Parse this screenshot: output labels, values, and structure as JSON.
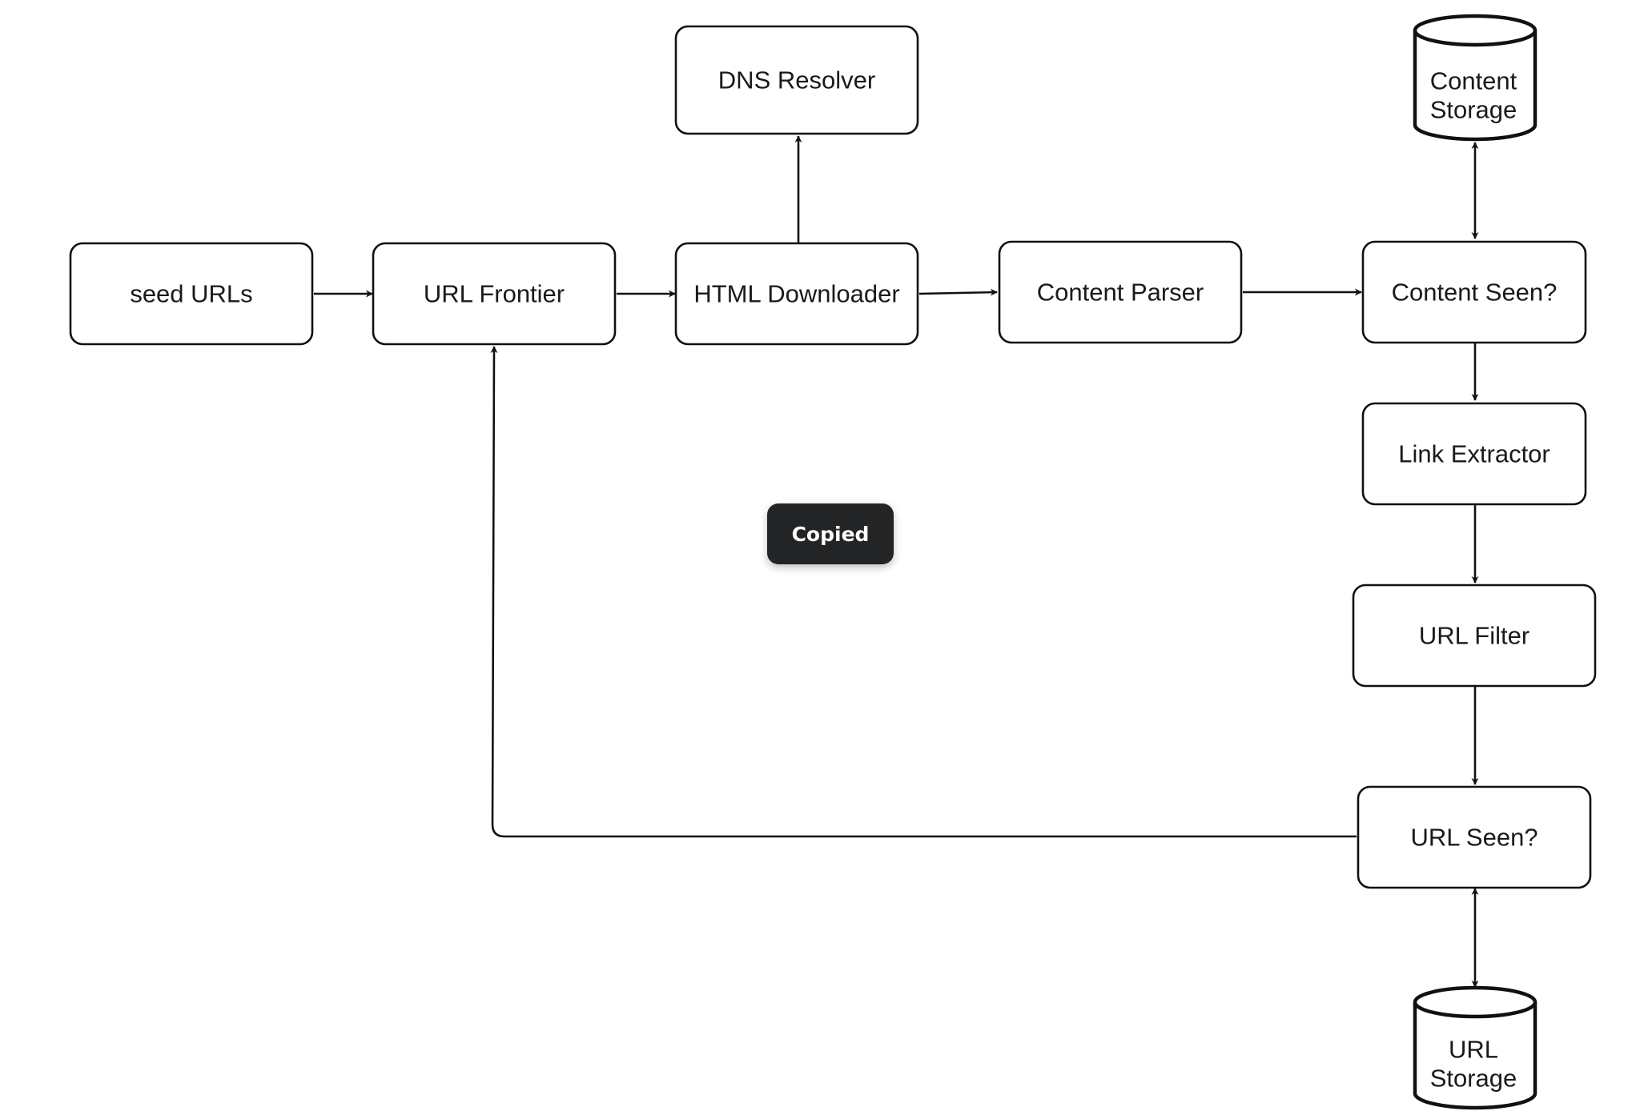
{
  "nodes": [
    {
      "id": "seed-urls",
      "label": [
        "seed URLs"
      ],
      "shape": "box"
    },
    {
      "id": "url-frontier",
      "label": [
        "URL Frontier"
      ],
      "shape": "box"
    },
    {
      "id": "html-downloader",
      "label": [
        "HTML Downloader"
      ],
      "shape": "box"
    },
    {
      "id": "dns-resolver",
      "label": [
        "DNS Resolver"
      ],
      "shape": "box"
    },
    {
      "id": "content-parser",
      "label": [
        "Content Parser"
      ],
      "shape": "box"
    },
    {
      "id": "content-seen",
      "label": [
        "Content Seen?"
      ],
      "shape": "box"
    },
    {
      "id": "content-storage",
      "label": [
        "Content",
        "Storage"
      ],
      "shape": "cylinder"
    },
    {
      "id": "link-extractor",
      "label": [
        "Link Extractor"
      ],
      "shape": "box"
    },
    {
      "id": "url-filter",
      "label": [
        "URL Filter"
      ],
      "shape": "box"
    },
    {
      "id": "url-seen",
      "label": [
        "URL Seen?"
      ],
      "shape": "box"
    },
    {
      "id": "url-storage",
      "label": [
        "URL",
        "Storage"
      ],
      "shape": "cylinder"
    }
  ],
  "edges": [
    {
      "from": "seed-urls",
      "to": "url-frontier",
      "direction": "forward"
    },
    {
      "from": "url-frontier",
      "to": "html-downloader",
      "direction": "forward"
    },
    {
      "from": "html-downloader",
      "to": "dns-resolver",
      "direction": "forward"
    },
    {
      "from": "html-downloader",
      "to": "content-parser",
      "direction": "forward"
    },
    {
      "from": "content-parser",
      "to": "content-seen",
      "direction": "forward"
    },
    {
      "from": "content-seen",
      "to": "content-storage",
      "direction": "both"
    },
    {
      "from": "content-seen",
      "to": "link-extractor",
      "direction": "forward"
    },
    {
      "from": "link-extractor",
      "to": "url-filter",
      "direction": "forward"
    },
    {
      "from": "url-filter",
      "to": "url-seen",
      "direction": "forward"
    },
    {
      "from": "url-seen",
      "to": "url-storage",
      "direction": "both"
    },
    {
      "from": "url-seen",
      "to": "url-frontier",
      "direction": "forward"
    }
  ],
  "toast": {
    "text": "Copied"
  },
  "colors": {
    "stroke": "#111111",
    "fill": "#ffffff",
    "toast_bg": "#222426",
    "toast_text": "#ffffff"
  }
}
